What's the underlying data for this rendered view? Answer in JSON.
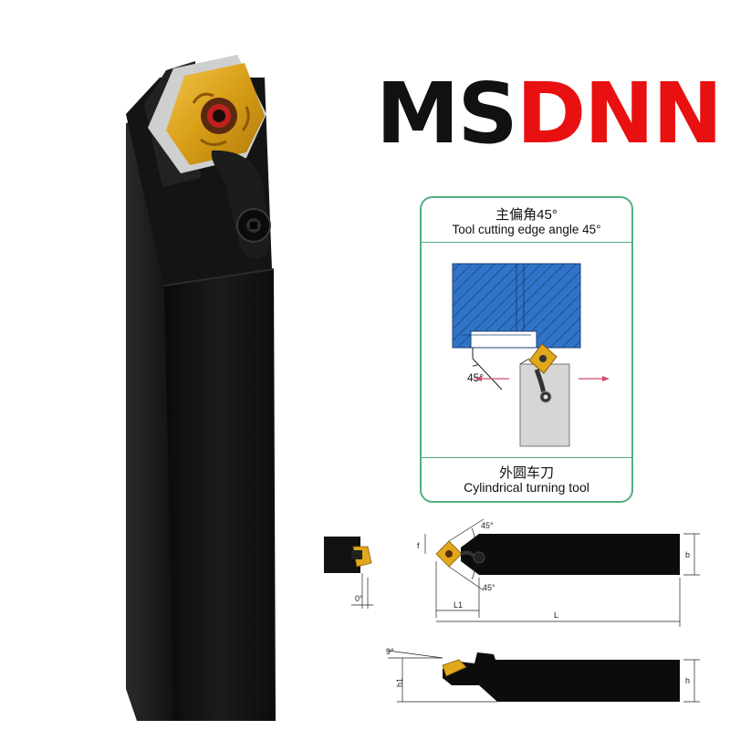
{
  "product": {
    "title_prefix": "MS",
    "title_suffix": "DNN"
  },
  "diagram": {
    "caption_zh": "主偏角45°",
    "caption_en": "Tool cutting edge angle 45°",
    "angle_label": "45°",
    "footer_zh": "外圆车刀",
    "footer_en": "Cylindrical turning tool"
  },
  "drawing": {
    "front_view_angle": "0°",
    "top_angle_1": "45°",
    "top_angle_2": "45°",
    "dim_f": "f",
    "dim_b": "b",
    "dim_L1": "L1",
    "dim_L": "L",
    "side_angle": "9°",
    "dim_h1": "h1",
    "dim_h": "h"
  },
  "colors": {
    "title_black": "#111111",
    "title_red": "#e81010",
    "card_border": "#4fb07d",
    "workpiece_blue": "#2f74c8",
    "insert_gold": "#e0a81c",
    "tool_body": "#0c0c0c"
  }
}
